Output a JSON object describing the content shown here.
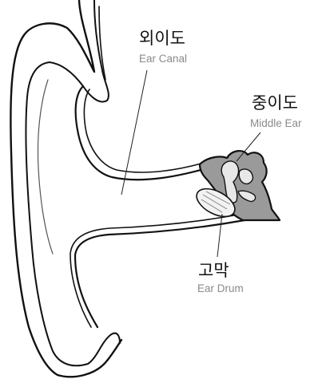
{
  "colors": {
    "outline": "#111111",
    "middle_ear_fill": "#9a9a9a",
    "ossicle_fill": "#e8e8e8",
    "eardrum_fill": "#f2f2f2",
    "english_label": "#8a8a8a",
    "background": "#ffffff"
  },
  "labels": {
    "ear_canal": {
      "korean": "외이도",
      "english": "Ear Canal"
    },
    "middle_ear": {
      "korean": "중이도",
      "english": "Middle Ear"
    },
    "ear_drum": {
      "korean": "고막",
      "english": "Ear Drum"
    }
  }
}
